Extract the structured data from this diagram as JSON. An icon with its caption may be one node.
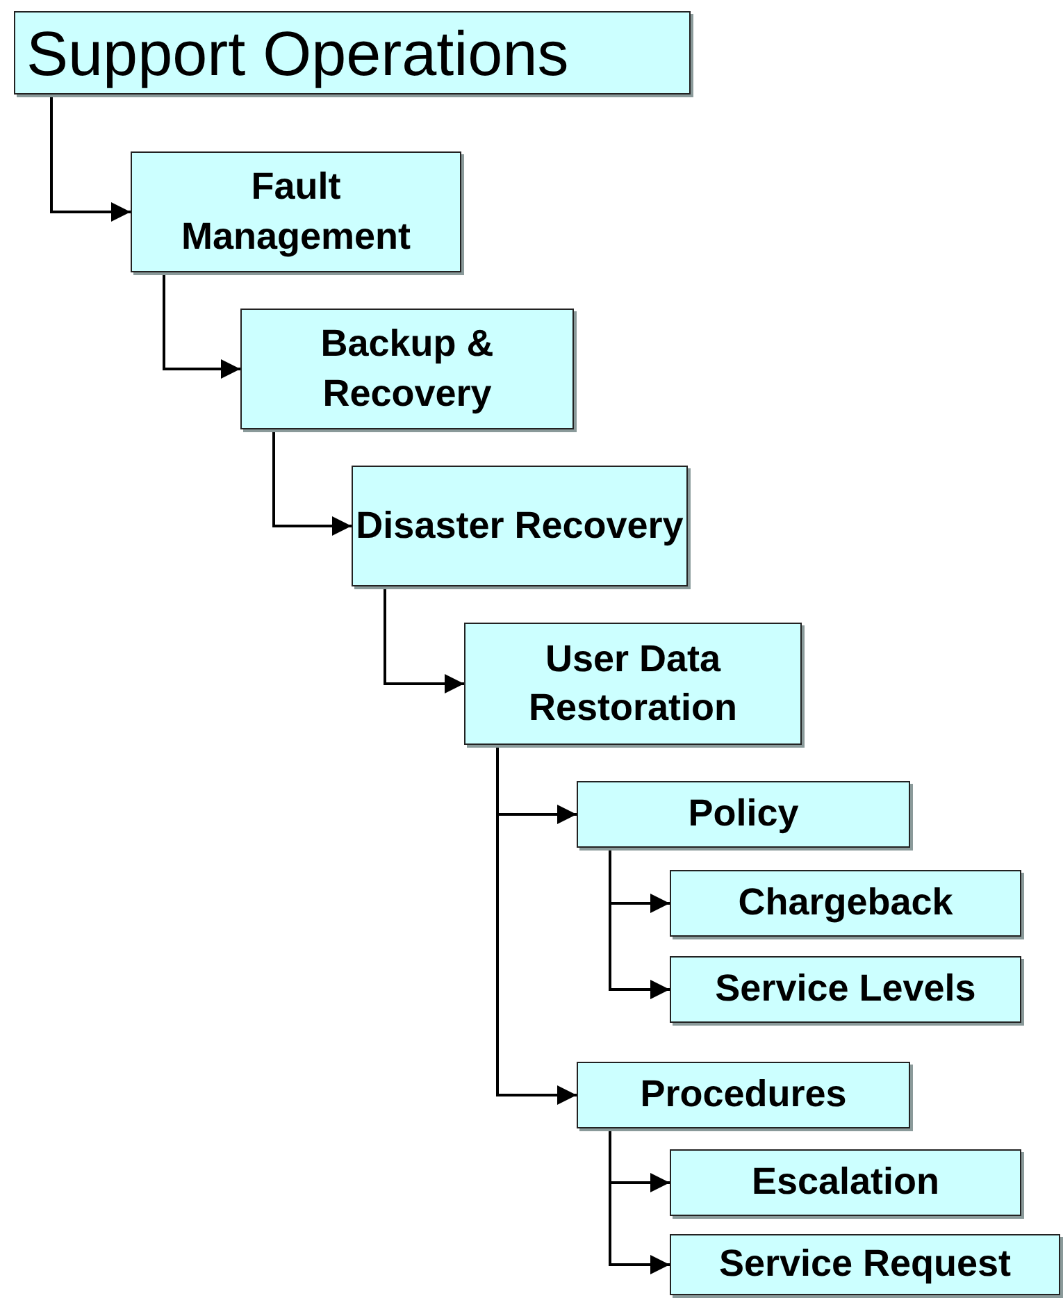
{
  "diagram": {
    "nodes": [
      {
        "text": [
          "Support Operations"
        ]
      },
      {
        "text": [
          "Fault Management"
        ]
      },
      {
        "text": [
          "Backup & Recovery"
        ]
      },
      {
        "text": [
          "Disaster Recovery"
        ]
      },
      {
        "text": [
          "User Data Restoration"
        ]
      },
      {
        "text": [
          "Policy"
        ]
      },
      {
        "text": [
          "Chargeback"
        ]
      },
      {
        "text": [
          "Service Levels"
        ]
      },
      {
        "text": [
          "Procedures"
        ]
      },
      {
        "text": [
          "Escalation"
        ]
      },
      {
        "text": [
          "Service Request"
        ]
      }
    ],
    "edges": [
      {
        "from": 0,
        "to": 1,
        "arrow": "to"
      },
      {
        "from": 1,
        "to": 2,
        "arrow": "to"
      },
      {
        "from": 2,
        "to": 3,
        "arrow": "to"
      },
      {
        "from": 3,
        "to": 4,
        "arrow": "to"
      },
      {
        "from": 4,
        "to": 5,
        "arrow": "to"
      },
      {
        "from": 4,
        "to": 8,
        "arrow": "to"
      },
      {
        "from": 5,
        "to": 6,
        "arrow": "to"
      },
      {
        "from": 5,
        "to": 7,
        "arrow": "to"
      },
      {
        "from": 8,
        "to": 9,
        "arrow": "to"
      },
      {
        "from": 8,
        "to": 10,
        "arrow": "to"
      }
    ]
  }
}
